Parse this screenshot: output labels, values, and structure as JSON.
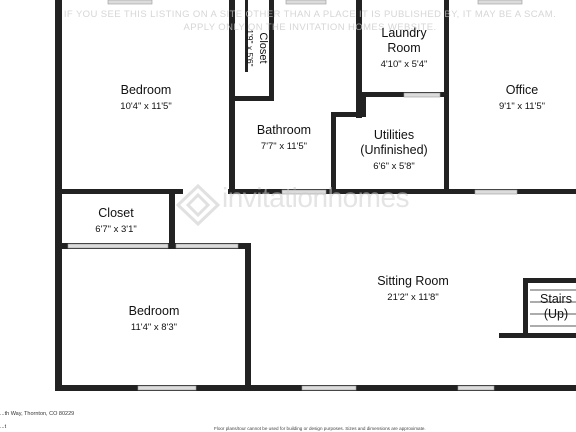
{
  "rooms": {
    "bedroom_top": {
      "name": "Bedroom",
      "dims": "10'4\" x 11'5\""
    },
    "closet_top": {
      "name": "Closet",
      "dims": "1'9\" x 5'6\""
    },
    "bathroom": {
      "name": "Bathroom",
      "dims": "7'7\" x 11'5\""
    },
    "laundry": {
      "name": "Laundry Room",
      "dims": "4'10\" x 5'4\""
    },
    "utilities": {
      "name": "Utilities (Unfinished)",
      "dims": "6'6\" x 5'8\""
    },
    "office": {
      "name": "Office",
      "dims": "9'1\" x 11'5\""
    },
    "closet_left": {
      "name": "Closet",
      "dims": "6'7\" x 3'1\""
    },
    "bedroom_bottom": {
      "name": "Bedroom",
      "dims": "11'4\" x 8'3\""
    },
    "sitting_room": {
      "name": "Sitting Room",
      "dims": "21'2\" x 11'8\""
    },
    "stairs": {
      "name": "Stairs (Up)"
    }
  },
  "overlay": {
    "disclaimer": "IF YOU SEE THIS LISTING ON A SITE OTHER THAN A PLACE IT IS PUBLISHED BY, IT MAY BE A SCAM. APPLY ONLY ON THE INVITATION HOMES WEBSITE.",
    "watermark": "invitationhomes"
  },
  "footer": {
    "address": "...th Way, Thornton, CO 80229",
    "code": "...t",
    "note": "Floor plans/tour cannot be used for building or design purposes. Sizes and dimensions are approximate."
  },
  "colors": {
    "wall": "#222222",
    "window": "#dcdcdc",
    "background": "#ffffff"
  }
}
